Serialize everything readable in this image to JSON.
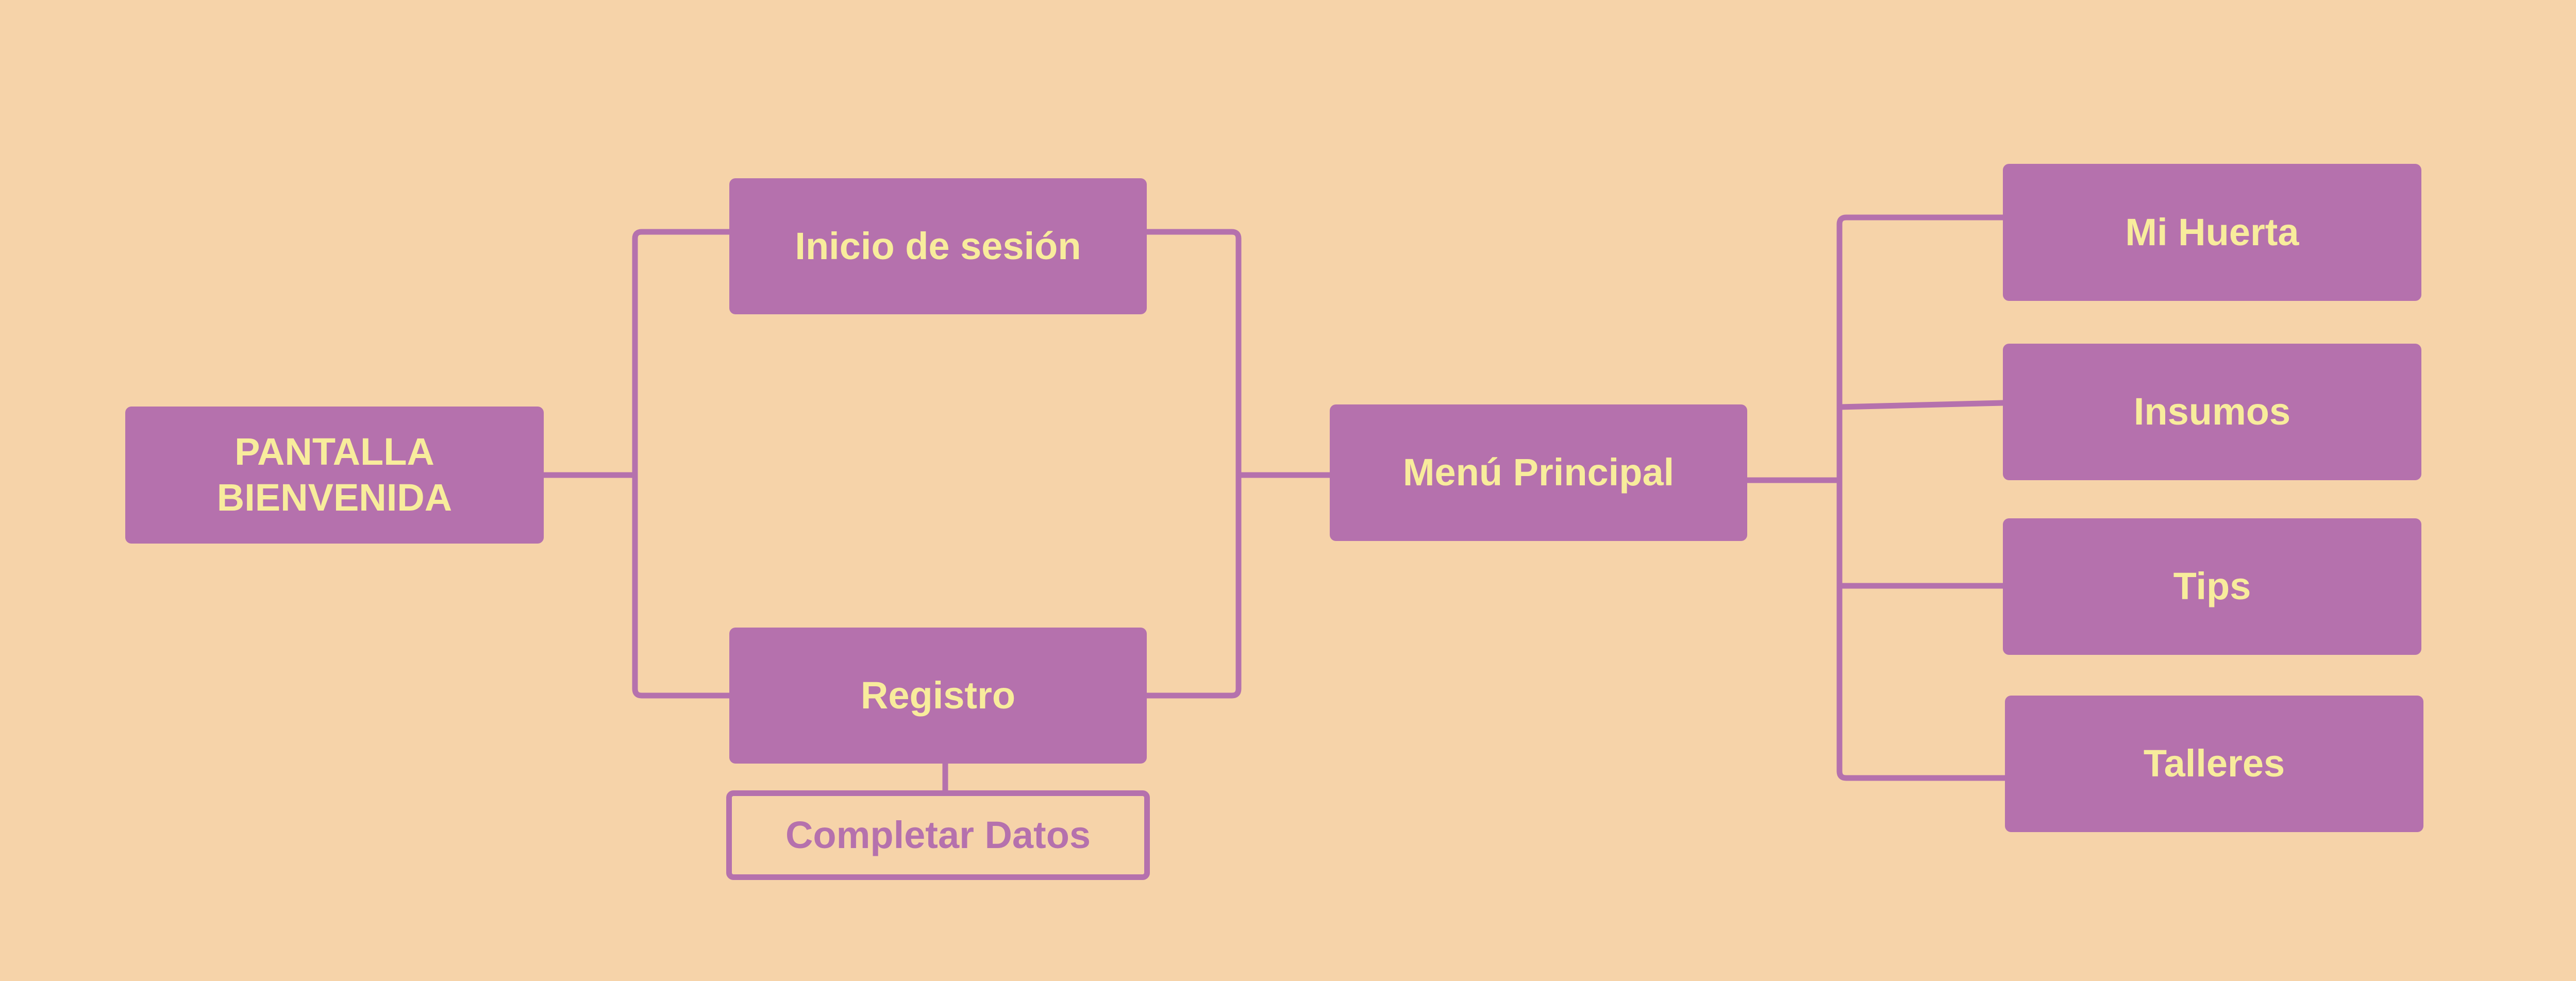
{
  "colors": {
    "background": "#f6d3a9",
    "node_fill": "#b571ad",
    "node_text": "#f8ec9c",
    "line": "#b571ad"
  },
  "nodes": {
    "welcome": "PANTALLA\nBIENVENIDA",
    "login": "Inicio de sesión",
    "register": "Registro",
    "complete_data": "Completar Datos",
    "main_menu": "Menú Principal",
    "mi_huerta": "Mi Huerta",
    "insumos": "Insumos",
    "tips": "Tips",
    "talleres": "Talleres"
  }
}
